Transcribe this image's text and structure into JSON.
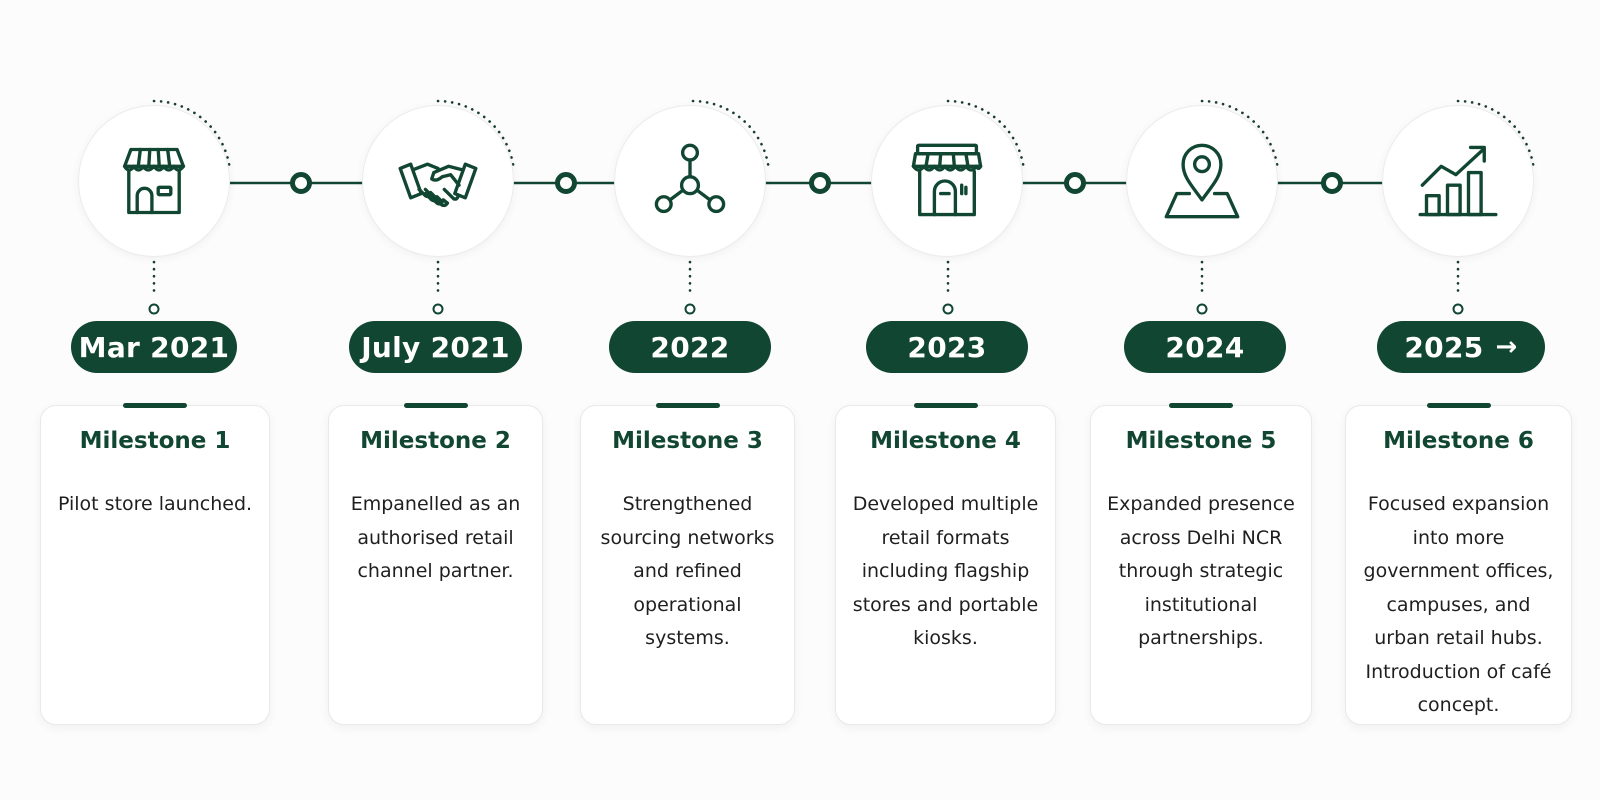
{
  "colors": {
    "accent": "#114632",
    "background": "#fcfcfc",
    "card": "#ffffff"
  },
  "milestones": [
    {
      "date": "Mar 2021",
      "title": "Milestone 1",
      "icon": "storefront-icon",
      "description": "Pilot store launched."
    },
    {
      "date": "July 2021",
      "title": "Milestone 2",
      "icon": "handshake-icon",
      "description": "Empanelled as an authorised retail channel partner."
    },
    {
      "date": "2022",
      "title": "Milestone 3",
      "icon": "network-nodes-icon",
      "description": "Strengthened sourcing networks and refined operational systems."
    },
    {
      "date": "2023",
      "title": "Milestone 4",
      "icon": "retail-shop-icon",
      "description": "Developed multiple retail formats including flagship stores and portable kiosks."
    },
    {
      "date": "2024",
      "title": "Milestone 5",
      "icon": "map-pin-icon",
      "description": "Expanded presence across Delhi NCR through strategic institutional partnerships."
    },
    {
      "date": "2025",
      "title": "Milestone 6",
      "icon": "growth-chart-icon",
      "description": "Focused expansion into more government offices, campuses, and urban retail hubs. Introduction of café concept."
    }
  ],
  "final_arrow": "→"
}
